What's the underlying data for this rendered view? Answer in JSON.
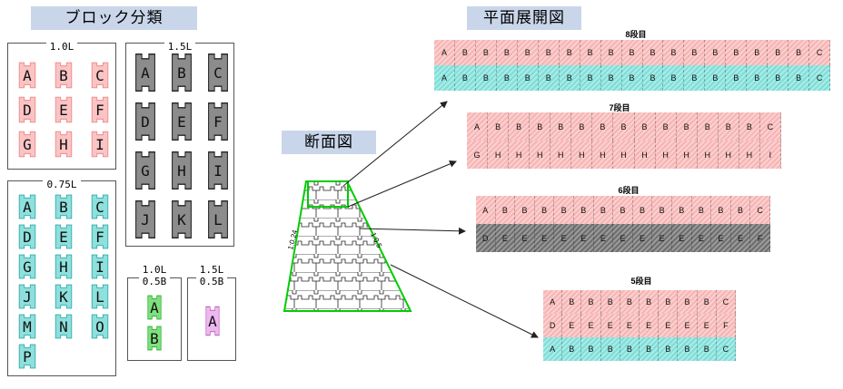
{
  "headers": {
    "block_class": "ブロック分類",
    "plan_view": "平面展開図",
    "section": "断面図"
  },
  "groups": {
    "g10": {
      "label": "1.0L",
      "blocks": [
        "A",
        "B",
        "C",
        "D",
        "E",
        "F",
        "G",
        "H",
        "I"
      ]
    },
    "g15": {
      "label": "1.5L",
      "blocks": [
        "A",
        "B",
        "C",
        "D",
        "E",
        "F",
        "G",
        "H",
        "I",
        "J",
        "K",
        "L"
      ]
    },
    "g075": {
      "label": "0.75L",
      "blocks": [
        "A",
        "B",
        "C",
        "D",
        "E",
        "F",
        "G",
        "H",
        "I",
        "J",
        "K",
        "L",
        "M",
        "N",
        "O",
        "P"
      ]
    },
    "g05a": {
      "label1": "1.0L",
      "label2": "0.5B",
      "blocks": [
        "A",
        "B"
      ]
    },
    "g05b": {
      "label1": "1.5L",
      "label2": "0.5B",
      "blocks": [
        "A"
      ]
    }
  },
  "section_labels": {
    "left": "1:0.24",
    "right": "1:0.5"
  },
  "levels": [
    {
      "title": "8段目",
      "rows": [
        [
          "A",
          "B",
          "B",
          "B",
          "B",
          "B",
          "B",
          "B",
          "B",
          "B",
          "B",
          "B",
          "B",
          "B",
          "B",
          "B",
          "B",
          "B",
          "C"
        ],
        [
          "A",
          "B",
          "B",
          "B",
          "B",
          "B",
          "B",
          "B",
          "B",
          "B",
          "B",
          "B",
          "B",
          "B",
          "B",
          "B",
          "B",
          "B",
          "C"
        ]
      ]
    },
    {
      "title": "7段目",
      "rows": [
        [
          "A",
          "B",
          "B",
          "B",
          "B",
          "B",
          "B",
          "B",
          "B",
          "B",
          "B",
          "B",
          "B",
          "B",
          "C"
        ],
        [
          "G",
          "H",
          "H",
          "H",
          "H",
          "H",
          "H",
          "H",
          "H",
          "H",
          "H",
          "H",
          "H",
          "H",
          "I"
        ]
      ]
    },
    {
      "title": "6段目",
      "rows": [
        [
          "A",
          "B",
          "B",
          "B",
          "B",
          "B",
          "B",
          "B",
          "B",
          "B",
          "B",
          "B",
          "B",
          "B",
          "C"
        ],
        [
          "D",
          "E",
          "E",
          "E",
          "E",
          "E",
          "E",
          "E",
          "E",
          "E",
          "E",
          "E",
          "E",
          "E",
          "F"
        ]
      ]
    },
    {
      "title": "5段目",
      "rows": [
        [
          "A",
          "B",
          "B",
          "B",
          "B",
          "B",
          "B",
          "B",
          "B",
          "C"
        ],
        [
          "D",
          "E",
          "E",
          "E",
          "E",
          "E",
          "E",
          "E",
          "E",
          "F"
        ],
        [
          "A",
          "B",
          "B",
          "B",
          "B",
          "B",
          "B",
          "B",
          "B",
          "C"
        ]
      ]
    }
  ],
  "colors": {
    "pink": "#fbc4c4",
    "cyan": "#8ee0dc",
    "gray": "#8c8c8c",
    "green": "#7ee07e",
    "violet": "#efb7ef",
    "outline_green": "#00cc00"
  }
}
